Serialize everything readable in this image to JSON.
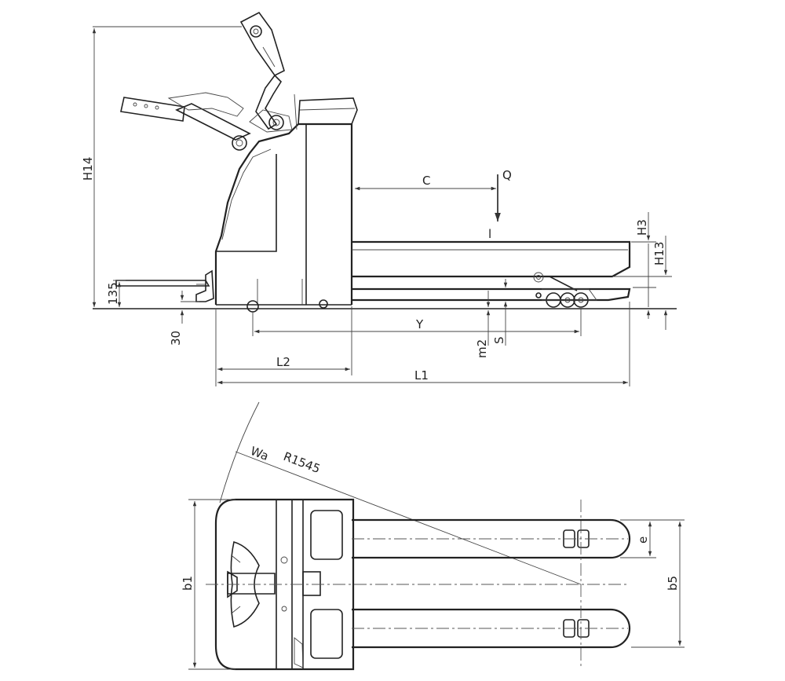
{
  "labels": {
    "h14": "H14",
    "c": "C",
    "q": "Q",
    "l": "l",
    "h3": "H3",
    "h13": "H13",
    "d135": "135",
    "d30": "30",
    "y": "Y",
    "m2": "m2",
    "s": "S",
    "l2": "L2",
    "l1": "L1",
    "wa": "Wa",
    "r1545": "R1545",
    "b1": "b1",
    "e": "e",
    "b5": "b5"
  }
}
